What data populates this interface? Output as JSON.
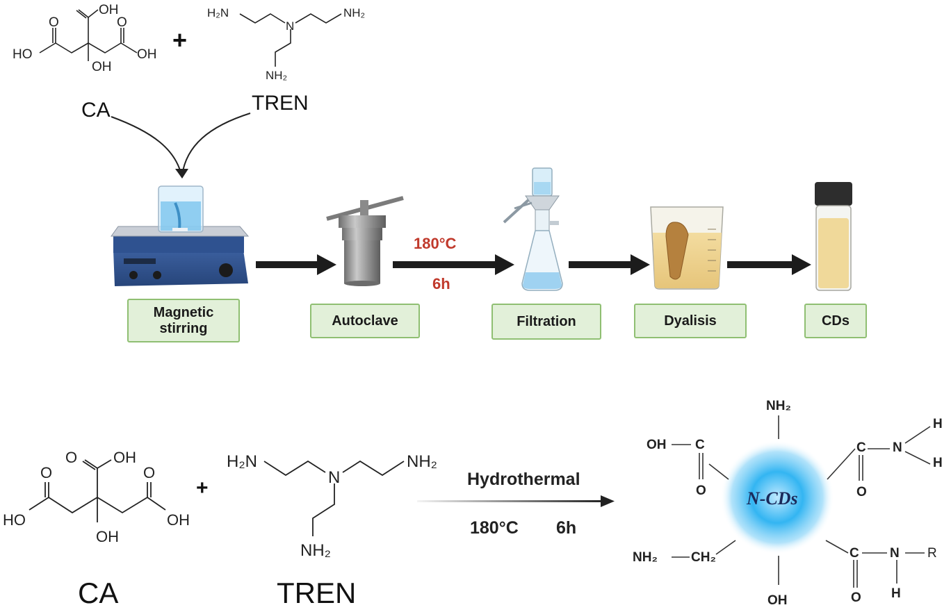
{
  "top_scheme": {
    "reactant1": {
      "name": "CA",
      "groups": [
        "HO",
        "OH",
        "O",
        "OH",
        "HO",
        "OH"
      ]
    },
    "plus": "+",
    "reactant2": {
      "name": "TREN",
      "groups": [
        "H₂N",
        "N",
        "NH₂",
        "NH₂"
      ]
    },
    "steps": [
      {
        "label": "Magnetic stirring"
      },
      {
        "label": "Autoclave"
      },
      {
        "label": "Filtration"
      },
      {
        "label": "Dyalisis"
      },
      {
        "label": "CDs"
      }
    ],
    "conditions": {
      "temperature": "180°C",
      "time": "6h"
    },
    "colors": {
      "condition_text": "#c0392b",
      "box_fill": "#e2f0d9",
      "box_border": "#8fbf72",
      "arrow": "#1c1c1c"
    }
  },
  "bottom_scheme": {
    "reactant1": {
      "name": "CA",
      "groups": [
        "OH",
        "O",
        "O",
        "HO",
        "OH",
        "OH"
      ]
    },
    "plus": "+",
    "reactant2": {
      "name": "TREN",
      "groups": [
        "H₂N",
        "N",
        "NH₂",
        "NH₂"
      ]
    },
    "arrow_top": "Hydrothermal",
    "arrow_bottom_temp": "180°C",
    "arrow_bottom_time": "6h",
    "product": {
      "center_label": "N-CDs",
      "top_group": "NH₂",
      "left_top": {
        "oh": "OH",
        "c": "C",
        "o": "O"
      },
      "right_top": {
        "c": "C",
        "n": "N",
        "h1": "H",
        "h2": "H",
        "o": "O"
      },
      "left_bottom": {
        "nh2": "NH₂",
        "ch2": "CH₂"
      },
      "bottom_group": "OH",
      "right_bottom": {
        "c": "C",
        "n": "N",
        "r": "R",
        "h": "H",
        "o": "O"
      },
      "glow_color": "#1aa3ea"
    }
  }
}
